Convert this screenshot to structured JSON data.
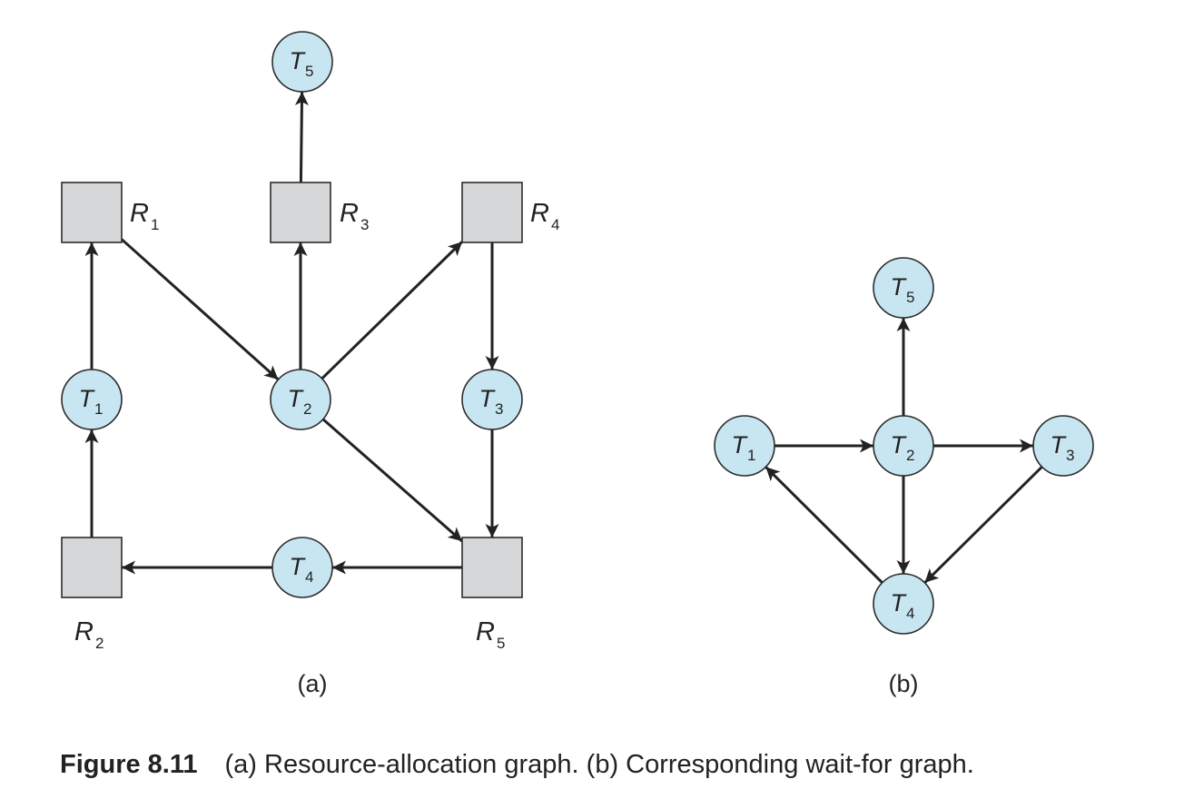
{
  "graph_a": {
    "subcaption": "(a)",
    "threads": [
      {
        "id": "T1",
        "letter": "T",
        "sub": "1"
      },
      {
        "id": "T2",
        "letter": "T",
        "sub": "2"
      },
      {
        "id": "T3",
        "letter": "T",
        "sub": "3"
      },
      {
        "id": "T4",
        "letter": "T",
        "sub": "4"
      },
      {
        "id": "T5",
        "letter": "T",
        "sub": "5"
      }
    ],
    "resources": [
      {
        "id": "R1",
        "letter": "R",
        "sub": "1"
      },
      {
        "id": "R2",
        "letter": "R",
        "sub": "2"
      },
      {
        "id": "R3",
        "letter": "R",
        "sub": "3"
      },
      {
        "id": "R4",
        "letter": "R",
        "sub": "4"
      },
      {
        "id": "R5",
        "letter": "R",
        "sub": "5"
      }
    ],
    "edges": [
      {
        "from": "R1",
        "to": "T2"
      },
      {
        "from": "T1",
        "to": "R1"
      },
      {
        "from": "R2",
        "to": "T1"
      },
      {
        "from": "T2",
        "to": "R3"
      },
      {
        "from": "R3",
        "to": "T5"
      },
      {
        "from": "T2",
        "to": "R4"
      },
      {
        "from": "R4",
        "to": "T3"
      },
      {
        "from": "T2",
        "to": "R5"
      },
      {
        "from": "T3",
        "to": "R5"
      },
      {
        "from": "R5",
        "to": "T4"
      },
      {
        "from": "T4",
        "to": "R2"
      }
    ]
  },
  "graph_b": {
    "subcaption": "(b)",
    "threads": [
      {
        "id": "T1",
        "letter": "T",
        "sub": "1"
      },
      {
        "id": "T2",
        "letter": "T",
        "sub": "2"
      },
      {
        "id": "T3",
        "letter": "T",
        "sub": "3"
      },
      {
        "id": "T4",
        "letter": "T",
        "sub": "4"
      },
      {
        "id": "T5",
        "letter": "T",
        "sub": "5"
      }
    ],
    "edges": [
      {
        "from": "T1",
        "to": "T2"
      },
      {
        "from": "T2",
        "to": "T5"
      },
      {
        "from": "T2",
        "to": "T3"
      },
      {
        "from": "T2",
        "to": "T4"
      },
      {
        "from": "T3",
        "to": "T4"
      },
      {
        "from": "T4",
        "to": "T1"
      }
    ]
  },
  "caption": {
    "number": "Figure 8.11",
    "text": "(a) Resource-allocation graph. (b) Corresponding wait-for graph."
  },
  "colors": {
    "thread_fill": "#c7e6f1",
    "resource_fill": "#d6d7d9",
    "stroke": "#222222"
  }
}
